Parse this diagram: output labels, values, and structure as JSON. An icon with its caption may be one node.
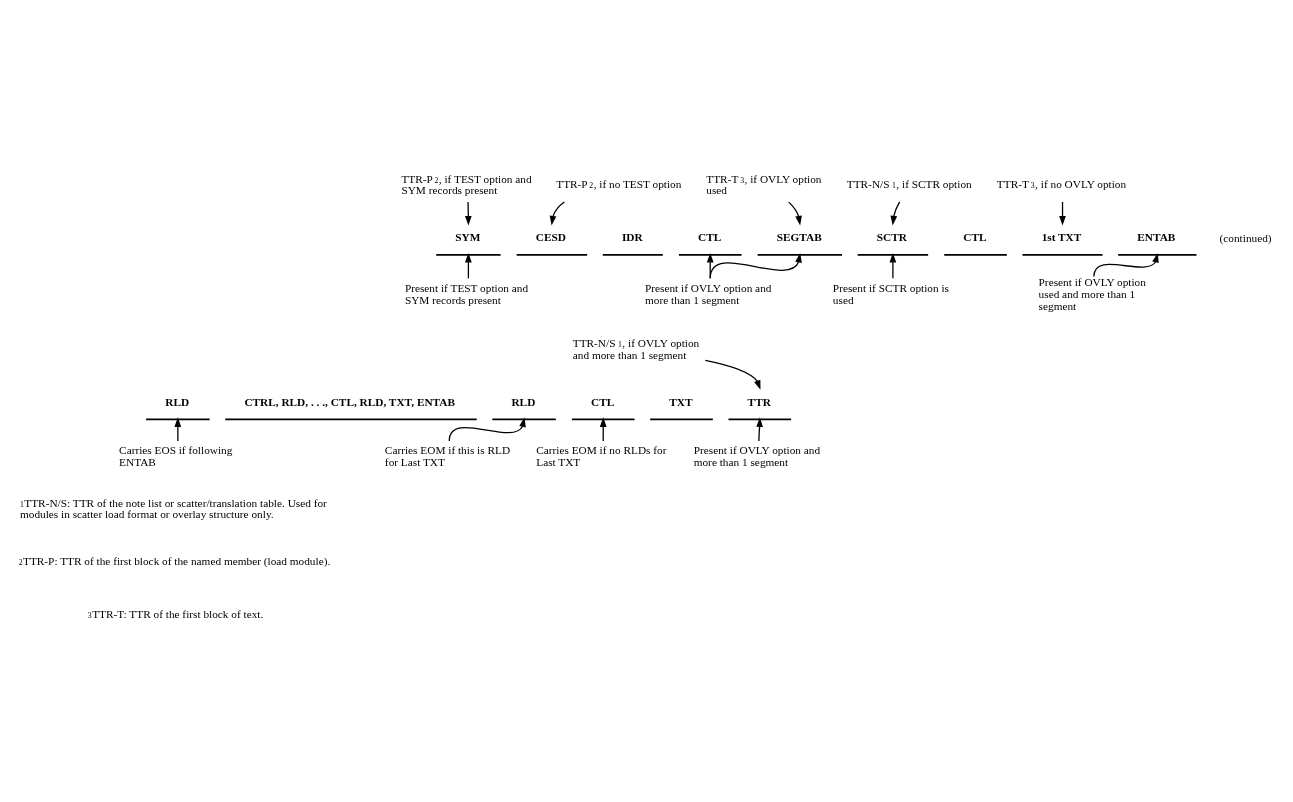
{
  "diagram": {
    "nodes": [
      {
        "text": [
          "TTR-P$^{2}$, if TEST option and SYM records present"
        ]
      },
      {
        "text": [
          "TTR-P$^{2}$, if no TEST option"
        ]
      },
      {
        "text": [
          "TTR-T$^{3}$, if OVLY option used"
        ]
      },
      {
        "text": [
          "TTR-N/S$^{1}$, if SCTR option"
        ]
      },
      {
        "text": [
          "TTR-T$^{3}$, if no OVLY option"
        ]
      },
      {
        "text": [
          "SYM"
        ]
      },
      {
        "text": [
          "CESD"
        ]
      },
      {
        "text": [
          "IDR"
        ]
      },
      {
        "text": [
          "CTL"
        ]
      },
      {
        "text": [
          "SEGTAB"
        ]
      },
      {
        "text": [
          "SCTR"
        ]
      },
      {
        "text": [
          "CTL"
        ]
      },
      {
        "text": [
          "1st TXT"
        ]
      },
      {
        "text": [
          "ENTAB"
        ],
        "beside": [
          "(continued)"
        ]
      },
      {
        "text": [
          "Present if TEST option and SYM records present"
        ]
      },
      {
        "text": [
          "Present if OVLY option and more than 1 segment"
        ]
      },
      {
        "text": [
          "Present if SCTR option is used"
        ]
      },
      {
        "text": [
          "Present if OVLY option used and more than 1 segment"
        ]
      },
      {
        "text": [
          "TTR-N/S$^{1}$, if OVLY option and more than 1 segment"
        ]
      },
      {
        "text": [
          "RLD"
        ]
      },
      {
        "text": [
          "CTRL, RLD, . . ., CTL, RLD, TXT, ENTAB"
        ]
      },
      {
        "text": [
          "RLD"
        ]
      },
      {
        "text": [
          "CTL"
        ]
      },
      {
        "text": [
          "TXT"
        ]
      },
      {
        "text": [
          "TTR"
        ]
      },
      {
        "text": [
          "Carries EOS if following ENTAB"
        ]
      },
      {
        "text": [
          "Carries EOM if this is RLD for Last TXT"
        ]
      },
      {
        "text": [
          "Carries EOM if no RLDs for Last TXT"
        ]
      },
      {
        "text": [
          "Present if OVLY option and more than 1 segment"
        ]
      }
    ],
    "edges": [
      {
        "from": 0,
        "to": 5,
        "arrow": "to"
      },
      {
        "from": 1,
        "to": 6,
        "arrow": "to"
      },
      {
        "from": 2,
        "to": 9,
        "arrow": "to"
      },
      {
        "from": 3,
        "to": 10,
        "arrow": "to"
      },
      {
        "from": 4,
        "to": 12,
        "arrow": "to"
      },
      {
        "from": 14,
        "to": 5,
        "arrow": "to"
      },
      {
        "from": 15,
        "to": 8,
        "arrow": "to"
      },
      {
        "from": 15,
        "to": 9,
        "arrow": "to"
      },
      {
        "from": 16,
        "to": 10,
        "arrow": "to"
      },
      {
        "from": 17,
        "to": 13,
        "arrow": "to"
      },
      {
        "from": 18,
        "to": 24,
        "arrow": "to"
      },
      {
        "from": 25,
        "to": 19,
        "arrow": "to"
      },
      {
        "from": 26,
        "to": 21,
        "arrow": "to"
      },
      {
        "from": 27,
        "to": 22,
        "arrow": "to"
      },
      {
        "from": 28,
        "to": 24,
        "arrow": "to"
      }
    ],
    "labels": [
      "$^{1}$TTR-N/S: TTR of the note list or scatter/translation table. Used for modules in scatter load format or overlay structure only.",
      "$^{2}$TTR-P: TTR of the first block of the named member (load module).",
      "$^{3}$TTR-T: TTR of the first block of text."
    ]
  }
}
